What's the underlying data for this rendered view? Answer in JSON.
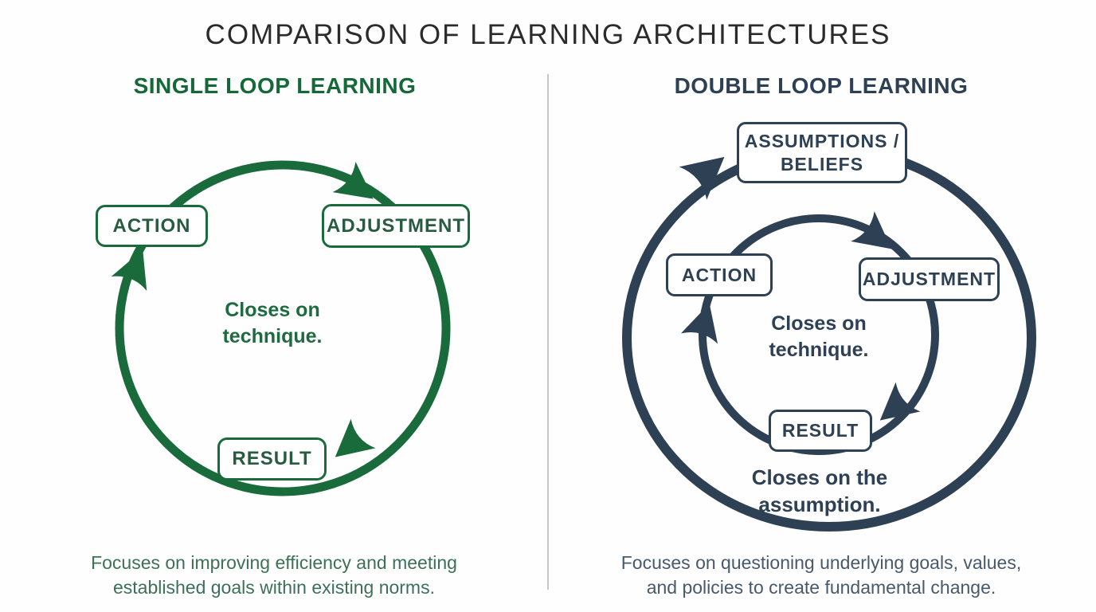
{
  "title": "COMPARISON OF LEARNING ARCHITECTURES",
  "colors": {
    "single_loop_green": "#1a6b3c",
    "double_loop_navy": "#2e4154",
    "divider_gray": "#c5c5c5",
    "title_text": "#2b2b2b"
  },
  "single_loop": {
    "heading": "SINGLE LOOP LEARNING",
    "action_label": "ACTION",
    "adjustment_label": "ADJUSTMENT",
    "result_label": "RESULT",
    "center_note": {
      "line1": "Closes on",
      "line2": "technique."
    },
    "caption": {
      "line1": "Focuses on improving efficiency and meeting",
      "line2": "established goals within existing norms."
    }
  },
  "double_loop": {
    "heading": "DOUBLE LOOP LEARNING",
    "assumptions_label": {
      "line1": "ASSUMPTIONS /",
      "line2": "BELIEFS"
    },
    "action_label": "ACTION",
    "adjustment_label": "ADJUSTMENT",
    "result_label": "RESULT",
    "inner_note": {
      "line1": "Closes on",
      "line2": "technique."
    },
    "outer_note": {
      "line1": "Closes on the",
      "line2": "assumption."
    },
    "caption": {
      "line1": "Focuses on questioning underlying goals, values,",
      "line2": "and policies to create fundamental change."
    }
  }
}
